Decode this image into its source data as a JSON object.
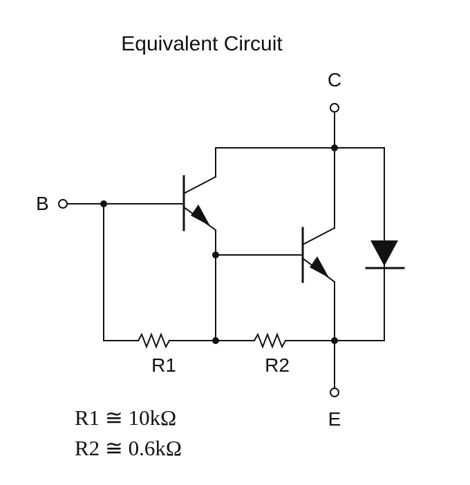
{
  "title": "Equivalent Circuit",
  "terminals": {
    "collector": "C",
    "base": "B",
    "emitter": "E"
  },
  "resistors": {
    "r1": "R1",
    "r2": "R2"
  },
  "values": {
    "r1": "R1 ≅ 10kΩ",
    "r2": "R2 ≅ 0.6kΩ"
  },
  "colors": {
    "line": "#111111",
    "background": "#ffffff"
  }
}
